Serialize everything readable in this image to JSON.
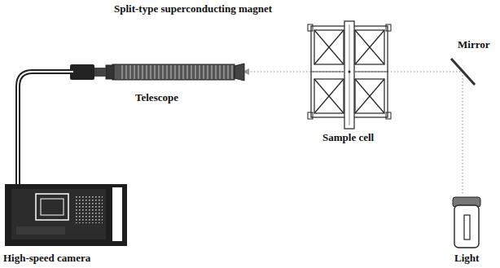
{
  "diagram": {
    "labels": [
      "Split-type superconducting magnet",
      "Telescope",
      "Mirror",
      "Sample cell",
      "Light",
      "High-speed camera"
    ]
  }
}
